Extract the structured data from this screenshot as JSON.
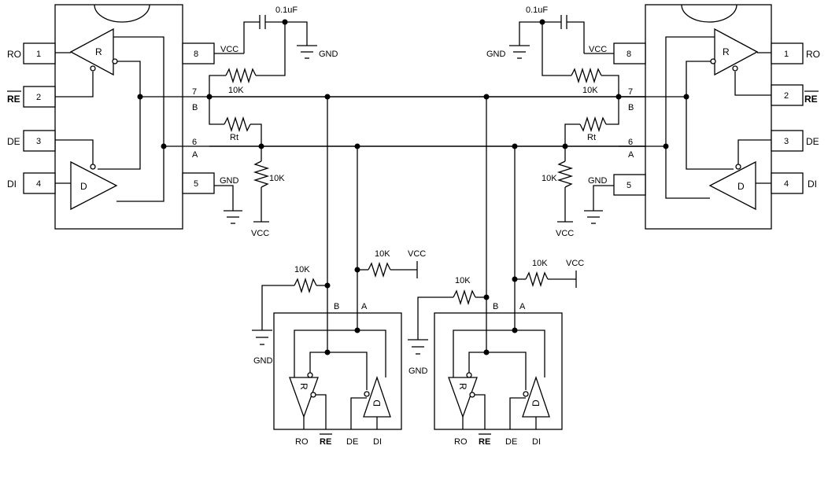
{
  "left_ic": {
    "pins": [
      "1",
      "2",
      "3",
      "4",
      "5",
      "6",
      "7",
      "8"
    ],
    "labels": {
      "ro": "RO",
      "re": "RE",
      "de": "DE",
      "di": "DI"
    },
    "receiver": "R",
    "driver": "D",
    "bus_b": "B",
    "bus_a": "A",
    "vcc": "VCC",
    "gnd": "GND",
    "cap": "0.1uF",
    "r_bias_top": "10K",
    "r_term": "Rt",
    "r_bias_bottom": "10K",
    "vcc_bottom": "VCC"
  },
  "right_ic": {
    "pins": [
      "1",
      "2",
      "3",
      "4",
      "5",
      "6",
      "7",
      "8"
    ],
    "labels": {
      "ro": "RO",
      "re": "RE",
      "de": "DE",
      "di": "DI"
    },
    "receiver": "R",
    "driver": "D",
    "bus_b": "B",
    "bus_a": "A",
    "vcc": "VCC",
    "gnd": "GND",
    "cap": "0.1uF",
    "r_bias_top": "10K",
    "r_term": "Rt",
    "r_bias_bottom": "10K",
    "vcc_bottom": "VCC"
  },
  "node1": {
    "r_b": "10K",
    "r_a": "10K",
    "vcc": "VCC",
    "gnd": "GND",
    "b": "B",
    "a": "A",
    "receiver": "R",
    "driver": "D",
    "ro": "RO",
    "re": "RE",
    "de": "DE",
    "di": "DI"
  },
  "node2": {
    "r_b": "10K",
    "r_a": "10K",
    "vcc": "VCC",
    "gnd": "GND",
    "b": "B",
    "a": "A",
    "receiver": "R",
    "driver": "D",
    "ro": "RO",
    "re": "RE",
    "de": "DE",
    "di": "DI"
  }
}
